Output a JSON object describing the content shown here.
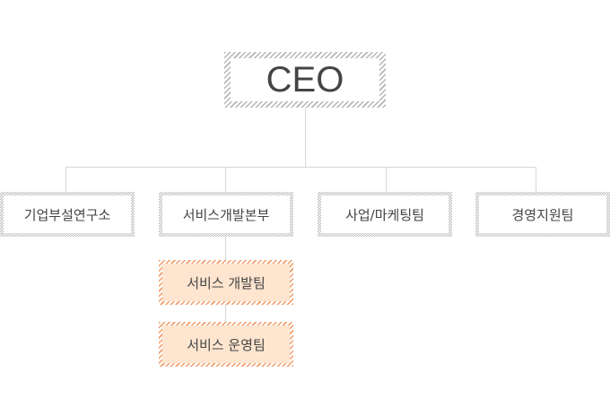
{
  "ceo": {
    "label": "CEO"
  },
  "departments": [
    {
      "label": "기업부설연구소"
    },
    {
      "label": "서비스개발본부"
    },
    {
      "label": "사업/마케팅팀"
    },
    {
      "label": "경영지원팀"
    }
  ],
  "teams": [
    {
      "label": "서비스 개발팀"
    },
    {
      "label": "서비스 운영팀"
    }
  ],
  "colors": {
    "team_fill": "#fde5cf",
    "team_border": "#f39a67",
    "border_gray": "#b5b5b5",
    "line": "#d6d6d6"
  }
}
